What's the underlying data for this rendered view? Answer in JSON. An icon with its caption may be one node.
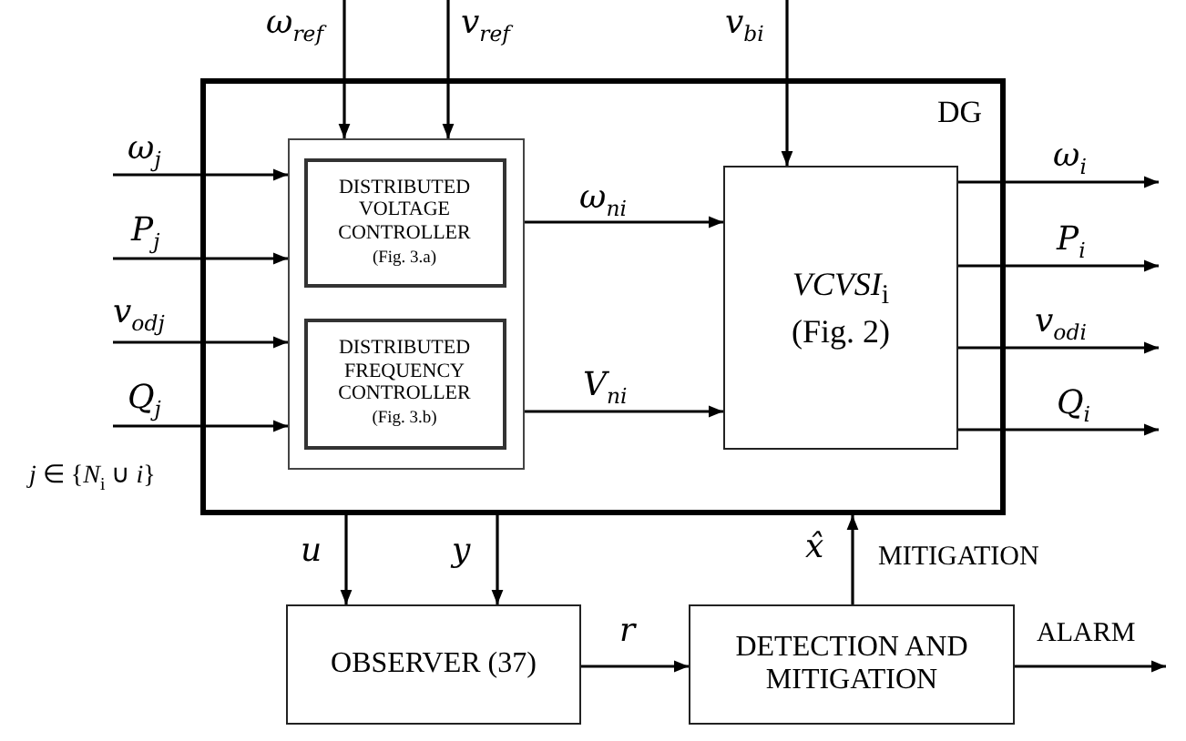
{
  "diagram": {
    "nodes": [
      {
        "text": [
          "DG"
        ]
      },
      {
        "text": [],
        "shape": "box",
        "in": 0
      },
      {
        "text": [
          "DISTRIBUTED VOLTAGE CONTROLLER",
          "(Fig. 3.a)"
        ],
        "in": 1
      },
      {
        "text": [
          "DISTRIBUTED FREQUENCY CONTROLLER",
          "(Fig. 3.b)"
        ],
        "in": 1
      },
      {
        "text": [
          "*VCVSI*$_{i}$",
          "(Fig. 2)"
        ],
        "in": 0
      },
      {
        "text": [
          "OBSERVER (37)"
        ]
      },
      {
        "text": [
          "DETECTION AND MITIGATION"
        ]
      }
    ],
    "edges": [
      {
        "from": null,
        "to": 1,
        "arrow": "to",
        "label": "ω$_{ref}$"
      },
      {
        "from": null,
        "to": 1,
        "arrow": "to",
        "label": "v$_{ref}$"
      },
      {
        "from": null,
        "to": 4,
        "arrow": "to",
        "label": "v$_{bi}$"
      },
      {
        "from": null,
        "to": 1,
        "arrow": "to",
        "label": "ω$_{j}$"
      },
      {
        "from": null,
        "to": 1,
        "arrow": "to",
        "label": "P$_{j}$"
      },
      {
        "from": null,
        "to": 1,
        "arrow": "to",
        "label": "v$_{odj}$"
      },
      {
        "from": null,
        "to": 1,
        "arrow": "to",
        "label": "Q$_{j}$"
      },
      {
        "from": 1,
        "to": 4,
        "arrow": "to",
        "label": "ω$_{ni}$"
      },
      {
        "from": 1,
        "to": 4,
        "arrow": "to",
        "label": "V$_{ni}$"
      },
      {
        "from": 4,
        "to": null,
        "arrow": "to",
        "label": "ω$_{i}$"
      },
      {
        "from": 4,
        "to": null,
        "arrow": "to",
        "label": "P$_{i}$"
      },
      {
        "from": 4,
        "to": null,
        "arrow": "to",
        "label": "v$_{odi}$"
      },
      {
        "from": 4,
        "to": null,
        "arrow": "to",
        "label": "Q$_{i}$"
      },
      {
        "from": 0,
        "to": 5,
        "arrow": "to",
        "label": "u"
      },
      {
        "from": 0,
        "to": 5,
        "arrow": "to",
        "label": "y"
      },
      {
        "from": 5,
        "to": 6,
        "arrow": "to",
        "label": "r"
      },
      {
        "from": 6,
        "to": 0,
        "arrow": "to",
        "label": "x̂"
      },
      {
        "from": 6,
        "to": null,
        "arrow": "to",
        "label": "ALARM"
      }
    ],
    "labels": [
      "*j* ∈ {*N*$_{i}$ ∪ *i*}",
      "MITIGATION"
    ]
  }
}
